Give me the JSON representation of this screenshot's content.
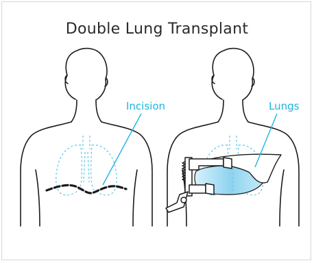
{
  "title": "Double Lung Transplant",
  "labels": {
    "incision": "Incision",
    "lungs": "Lungs"
  },
  "colors": {
    "accent": "#1bb5e0",
    "outline": "#1a1a1a",
    "lung_fill": "#9fd9f2"
  }
}
